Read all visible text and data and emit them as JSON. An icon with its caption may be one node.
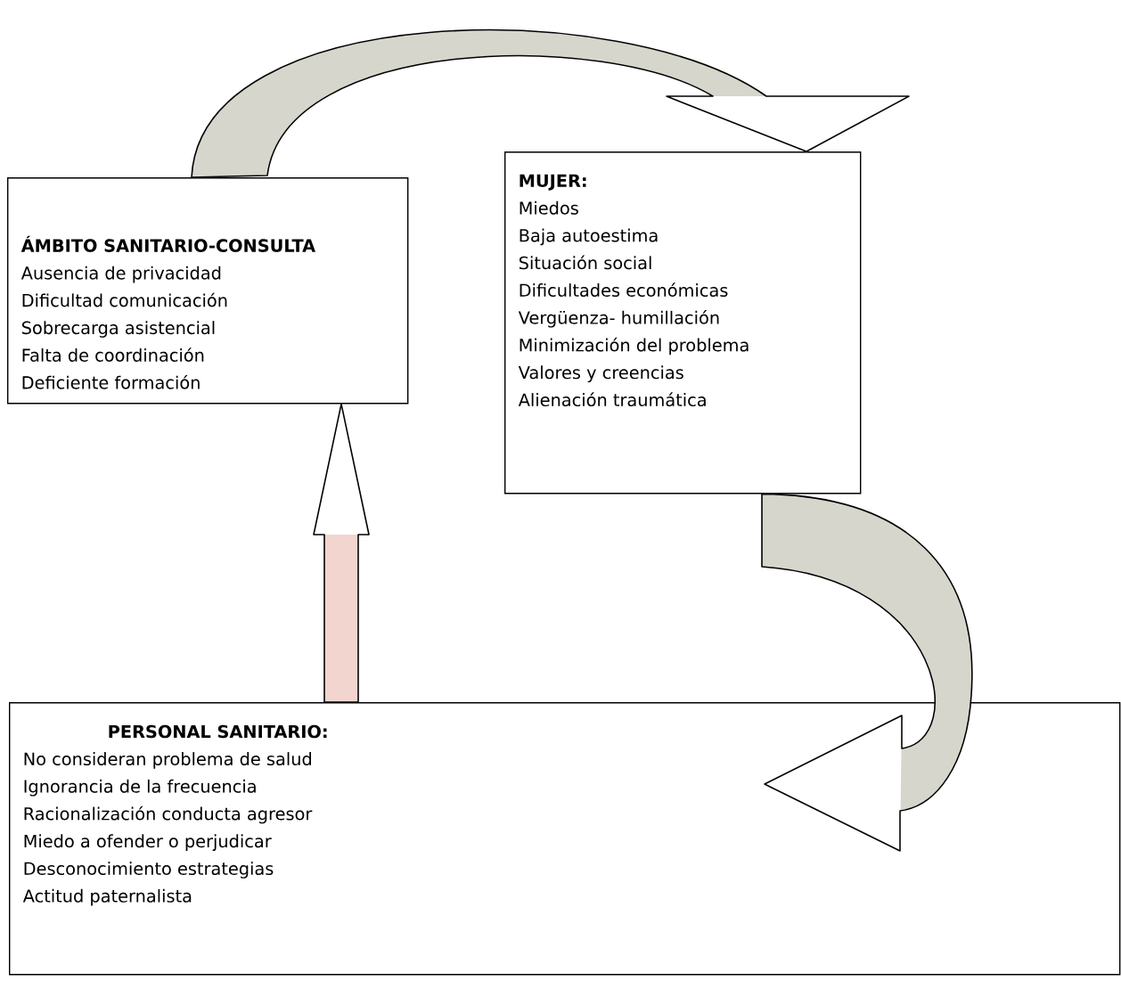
{
  "diagram": {
    "nodes": [
      {
        "text": [
          "ÁMBITO SANITARIO-CONSULTA",
          "Ausencia de privacidad",
          "Dificultad comunicación",
          "Sobrecarga asistencial",
          "Falta de coordinación",
          "Deficiente formación"
        ]
      },
      {
        "text": [
          "MUJER:",
          "Miedos",
          "Baja autoestima",
          "Situación social",
          "Dificultades económicas",
          "Vergüenza- humillación",
          "Minimización del problema",
          "Valores y creencias",
          "Alienación traumática"
        ]
      },
      {
        "text": [
          "PERSONAL SANITARIO:",
          "No consideran problema de salud",
          "Ignorancia de la frecuencia",
          "Racionalización conducta agresor",
          "Miedo a ofender o perjudicar",
          "Desconocimiento estrategias",
          "Actitud paternalista"
        ]
      }
    ],
    "edges": [
      {
        "from": 0,
        "to": 1,
        "arrow": "to"
      },
      {
        "from": 1,
        "to": 2,
        "arrow": "to"
      },
      {
        "from": 2,
        "to": 0,
        "arrow": "to",
        "color": "#f2d5cf"
      }
    ]
  }
}
